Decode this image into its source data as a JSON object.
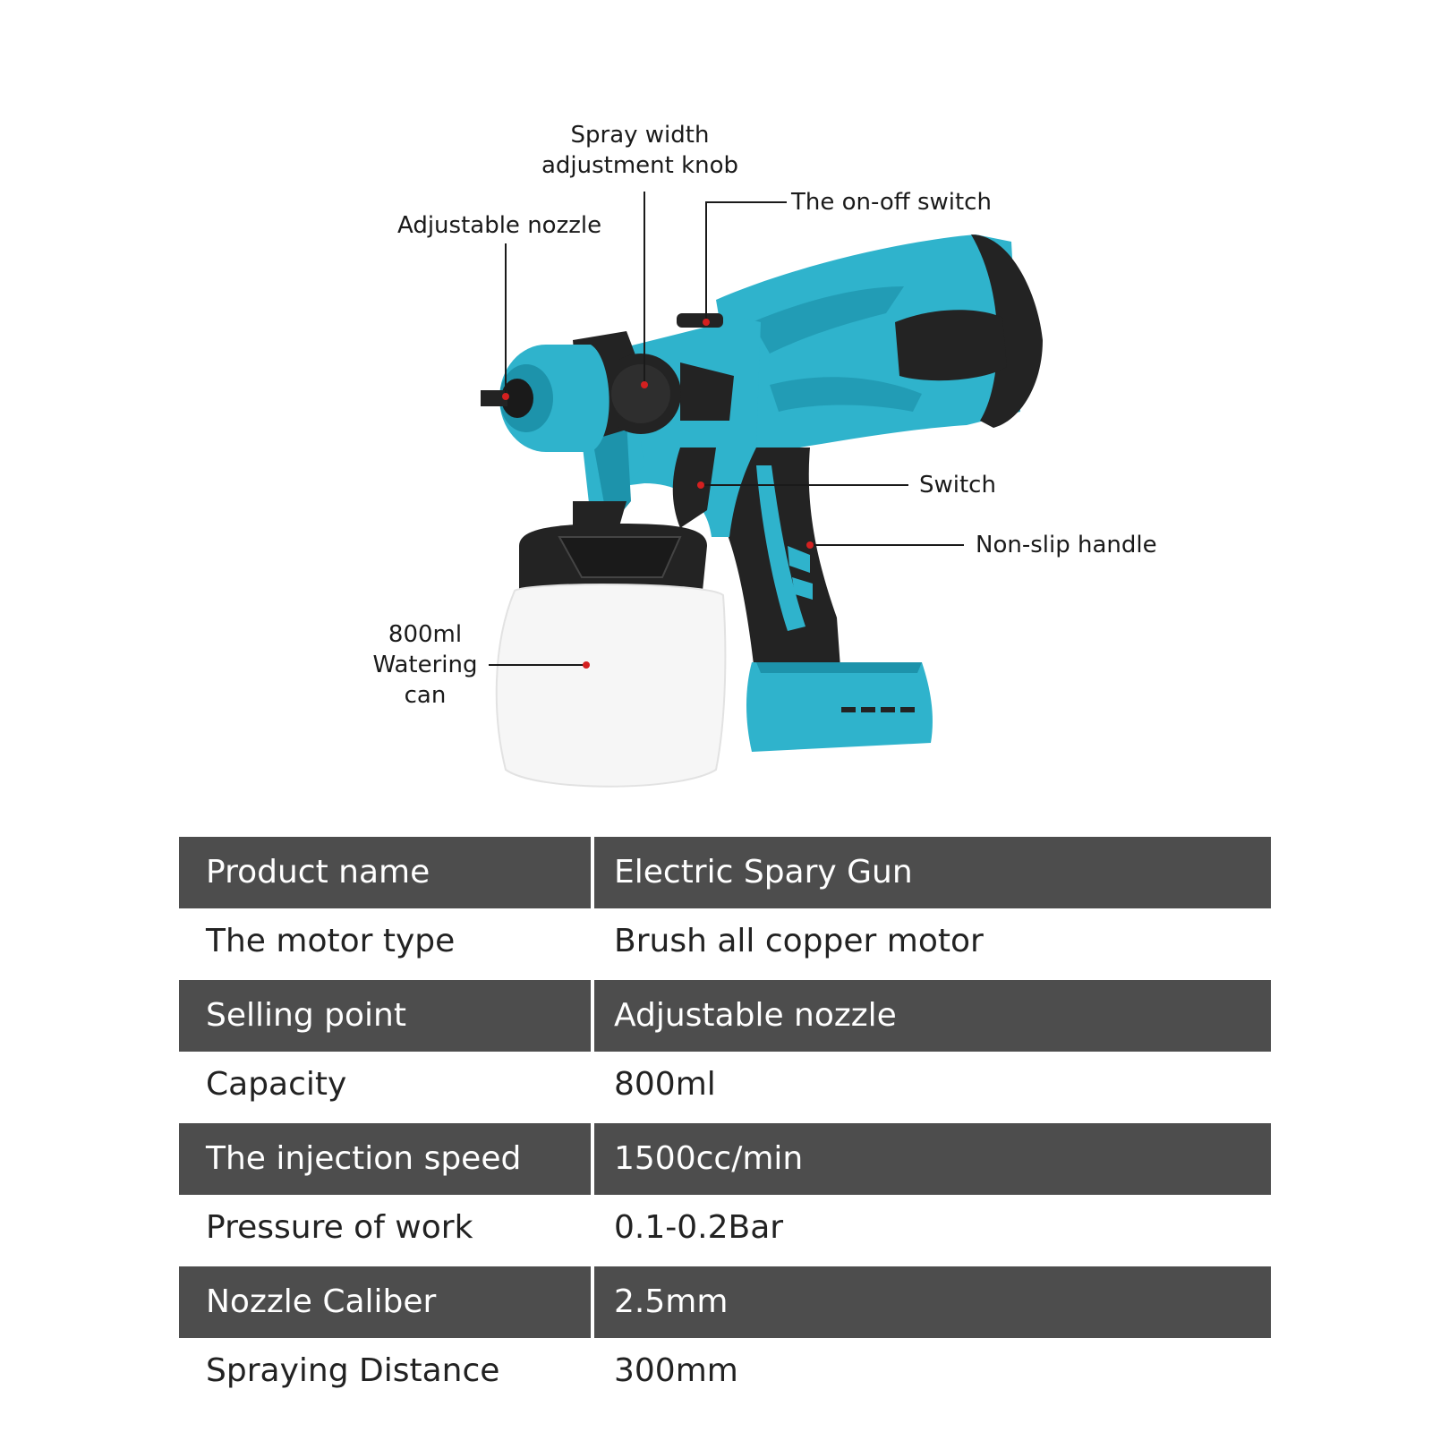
{
  "callouts": {
    "spray_width_line1": "Spray width",
    "spray_width_line2": "adjustment knob",
    "on_off_switch": "The on-off switch",
    "adjustable_nozzle": "Adjustable nozzle",
    "switch": "Switch",
    "non_slip_handle": "Non-slip handle",
    "watering_can_line1": "800ml",
    "watering_can_line2": "Watering",
    "watering_can_line3": "can"
  },
  "product_colors": {
    "body": "#2fb3cc",
    "body_shade": "#1d93ab",
    "dark_parts": "#232323",
    "tank": "#f6f6f6",
    "marker": "#d42020",
    "table_dark_row": "#4d4d4d"
  },
  "specs": [
    {
      "label": "Product name",
      "value": "Electric Spary Gun"
    },
    {
      "label": "The motor type",
      "value": "Brush all copper motor"
    },
    {
      "label": "Selling point",
      "value": "Adjustable nozzle"
    },
    {
      "label": "Capacity",
      "value": "800ml"
    },
    {
      "label": "The injection speed",
      "value": "1500cc/min"
    },
    {
      "label": "Pressure of work",
      "value": "0.1-0.2Bar"
    },
    {
      "label": "Nozzle Caliber",
      "value": "2.5mm"
    },
    {
      "label": "Spraying Distance",
      "value": "300mm"
    }
  ]
}
